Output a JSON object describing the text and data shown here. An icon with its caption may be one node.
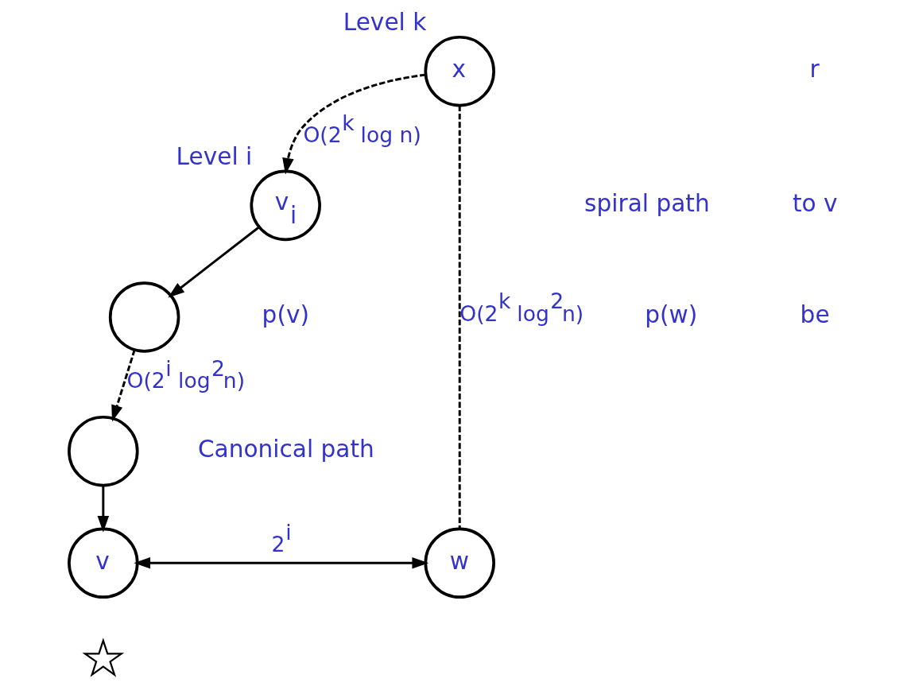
{
  "diagram": {
    "nodes": [
      {
        "text": [
          "x"
        ],
        "beside": [
          "Level k"
        ]
      },
      {
        "text": [
          "v$_{i}$"
        ],
        "beside": [
          "Level i"
        ]
      },
      {
        "text": [],
        "shape": "circle"
      },
      {
        "text": [],
        "shape": "circle"
      },
      {
        "text": [
          "v"
        ]
      },
      {
        "text": [
          "w"
        ]
      },
      {
        "text": [],
        "shape": "star"
      }
    ],
    "edges": [
      {
        "from": 0,
        "to": 1,
        "arrow": "to",
        "style": "dashed",
        "label": "O(2$^{k}$ log n)"
      },
      {
        "from": 1,
        "to": 2,
        "arrow": "to"
      },
      {
        "from": 2,
        "to": 3,
        "arrow": "to",
        "style": "dashed",
        "label": "O(2$^{i}$ log$^{2}$n)"
      },
      {
        "from": 3,
        "to": 4,
        "arrow": "to"
      },
      {
        "from": 4,
        "to": 5,
        "arrow": "both",
        "label": "2$^{i}$"
      },
      {
        "from": 0,
        "to": 5,
        "arrow": "none",
        "style": "dashed",
        "label": "O(2$^{k}$ log$^{2}$n)"
      }
    ],
    "labels": [
      "r",
      "to v",
      "be",
      "spiral path",
      "p(w)",
      "p(v)",
      "Canonical path"
    ]
  }
}
